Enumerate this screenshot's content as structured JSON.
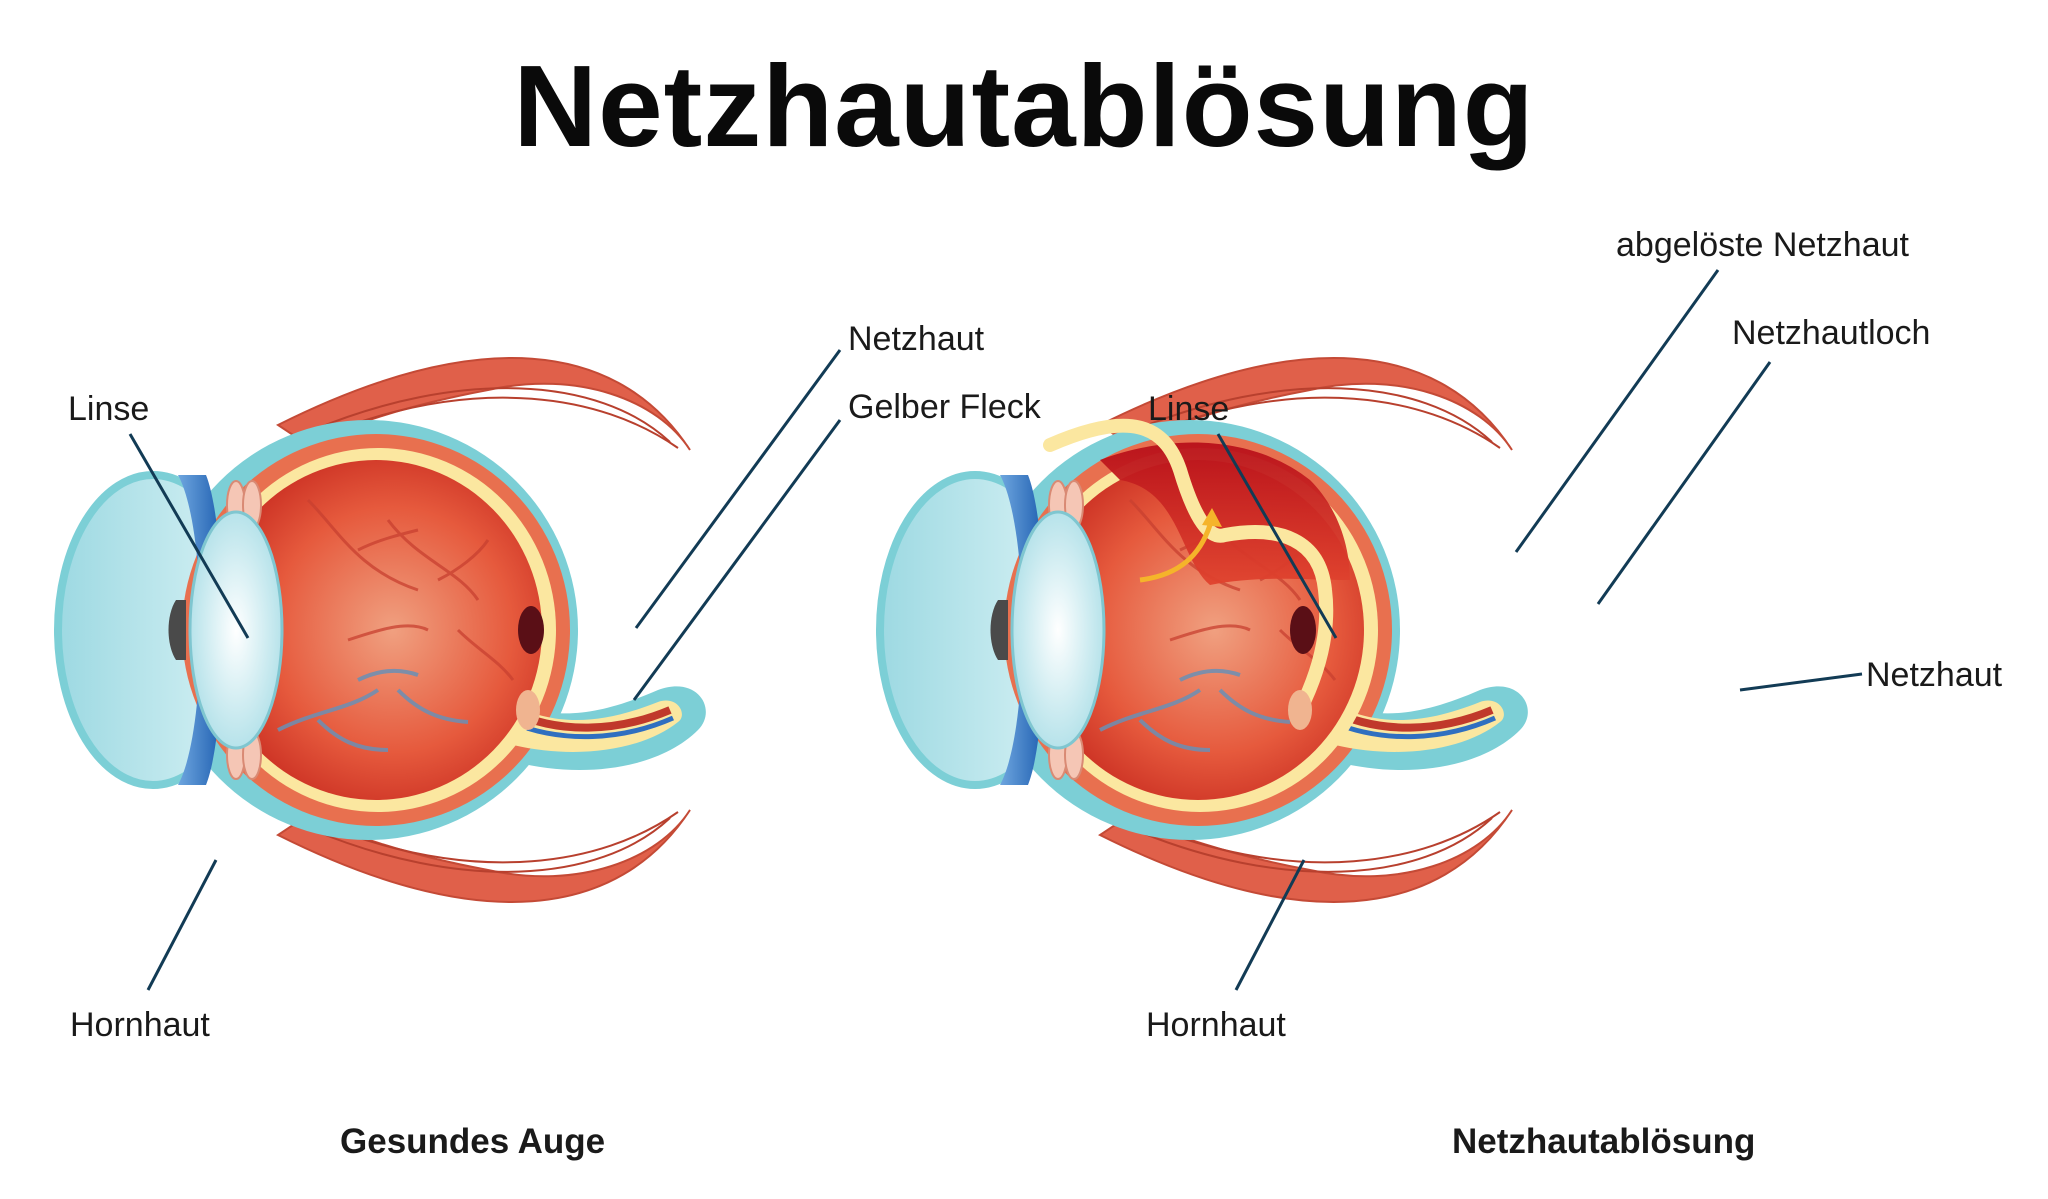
{
  "title": "Netzhautablösung",
  "left_eye": {
    "caption": "Gesundes Auge",
    "labels": {
      "lens": "Linse",
      "cornea": "Hornhaut",
      "retina": "Netzhaut",
      "macula": "Gelber Fleck"
    }
  },
  "right_eye": {
    "caption": "Netzhautablösung",
    "labels": {
      "lens": "Linse",
      "cornea": "Hornhaut",
      "detached_retina": "abgelöste Netzhaut",
      "retinal_hole": "Netzhautloch",
      "retina": "Netzhaut"
    }
  },
  "colors": {
    "muscle": "#e0604a",
    "sclera": "#7ccfd6",
    "choroid": "#e8704f",
    "vitreous": "#d93f2c",
    "retina": "#fbe7a0",
    "cornea": "#a9dfe6",
    "iris": "#2f6fc0",
    "lens": "#cdeef3",
    "vessel_red": "#c0392b",
    "vessel_blue": "#6a8fb5",
    "arrow": "#f5b42a",
    "leader": "#123b55"
  }
}
